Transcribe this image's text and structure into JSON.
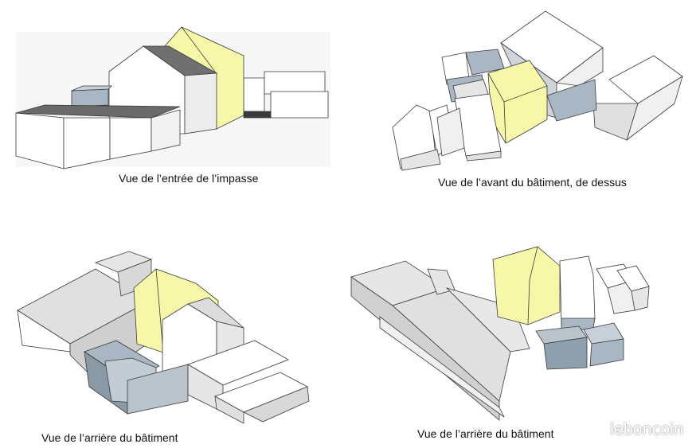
{
  "captions": {
    "view1": "Vue de l’entrée de l’impasse",
    "view2": "Vue de l’avant du bâtiment, de dessus",
    "view3": "Vue de l’arrière du bâtiment",
    "view4": "Vue de l’arrière du bâtiment"
  },
  "watermark": "leboncoin",
  "colors": {
    "highlight": "#f6f7a8",
    "annex": "#a9b7c4",
    "neutral_light": "#ffffff",
    "neutral_mid": "#e4e4e4",
    "neutral_dark": "#9c9c9c",
    "roof_dark": "#707070",
    "outline": "#3a3a3a"
  }
}
